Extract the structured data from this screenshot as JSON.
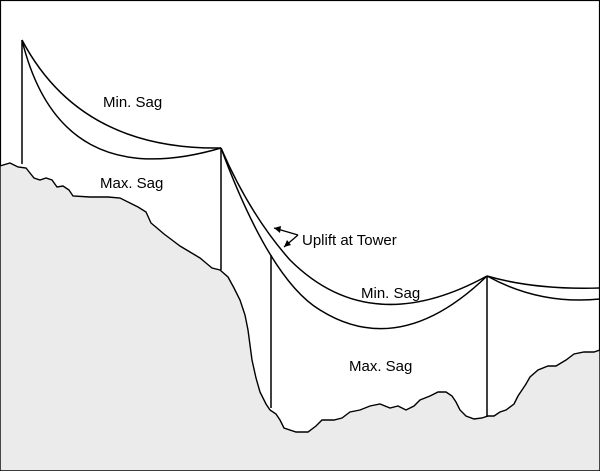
{
  "diagram": {
    "labels": {
      "min_sag_span1": "Min. Sag",
      "max_sag_span1": "Max. Sag",
      "uplift": "Uplift at Tower",
      "min_sag_span2": "Min. Sag",
      "max_sag_span2": "Max. Sag"
    },
    "colors": {
      "ground_fill": "#ebebeb",
      "line": "#000000",
      "background": "#ffffff"
    }
  }
}
